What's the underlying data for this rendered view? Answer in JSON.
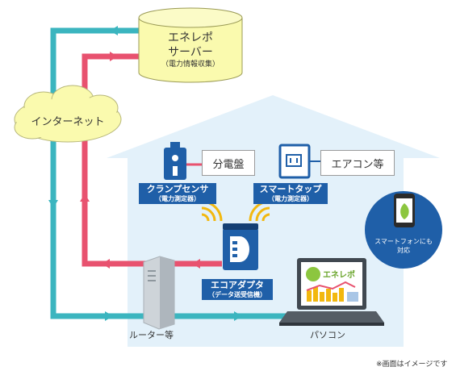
{
  "server": {
    "line1": "エネレポ",
    "line2": "サーバー",
    "line3": "（電力情報収集）"
  },
  "internet": {
    "label": "インターネット"
  },
  "panel": {
    "label": "分電盤"
  },
  "aircon": {
    "label": "エアコン等"
  },
  "clamp_sensor": {
    "line1": "クランプセンサ",
    "line2": "（電力測定器）"
  },
  "smart_tap": {
    "line1": "スマートタップ",
    "line2": "（電力測定器）"
  },
  "eco_adapter": {
    "line1": "エコアダプタ",
    "line2": "（データ送受信機）"
  },
  "router": {
    "label": "ルーター等"
  },
  "pc": {
    "label": "パソコン"
  },
  "pc_logo": {
    "text": "エネレポ"
  },
  "smartphone": {
    "line1": "スマートフォンにも",
    "line2": "対応"
  },
  "note": {
    "text": "※画面はイメージです"
  },
  "colors": {
    "teal": "#3bb5bf",
    "pink": "#e8526f",
    "navy": "#1f5fa8",
    "house": "#e3f1fa",
    "server": "#fafaae",
    "green": "#8cc63f",
    "yellow": "#f2b80f"
  }
}
